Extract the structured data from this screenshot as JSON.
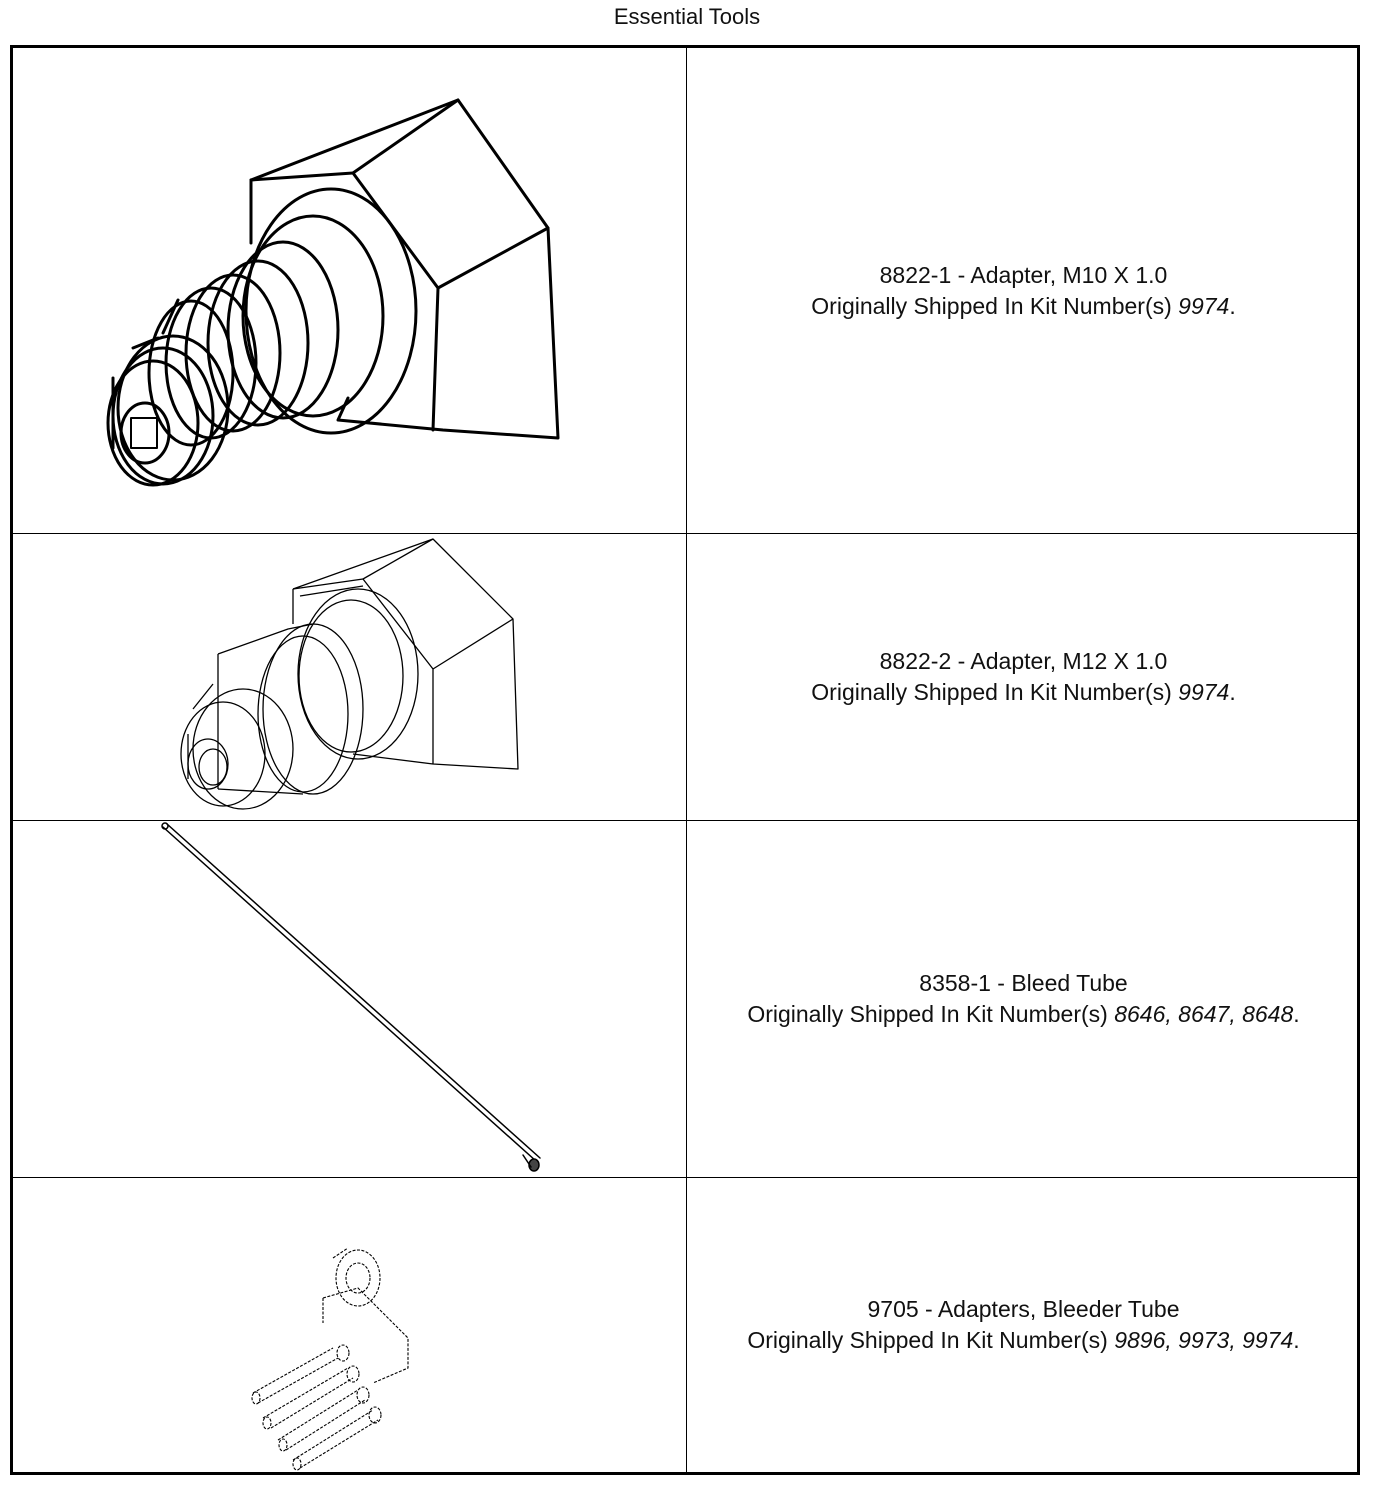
{
  "page": {
    "title": "Essential Tools"
  },
  "tools": [
    {
      "name": "8822-1 - Adapter, M10 X 1.0",
      "shipped_prefix": "Originally Shipped In Kit Number(s) ",
      "kit_numbers": "9974",
      "suffix": ".",
      "illustration": "adapter-m10-drawing"
    },
    {
      "name": "8822-2 - Adapter, M12 X 1.0",
      "shipped_prefix": "Originally Shipped In Kit Number(s) ",
      "kit_numbers": "9974",
      "suffix": ".",
      "illustration": "adapter-m12-drawing"
    },
    {
      "name": "8358-1 - Bleed Tube",
      "shipped_prefix": "Originally Shipped In Kit Number(s) ",
      "kit_numbers": "8646, 8647, 8648",
      "suffix": ".",
      "illustration": "bleed-tube-drawing"
    },
    {
      "name": "9705 - Adapters, Bleeder Tube",
      "shipped_prefix": "Originally Shipped In Kit Number(s) ",
      "kit_numbers": "9896, 9973, 9974",
      "suffix": ".",
      "illustration": "bleeder-tube-adapters-drawing"
    }
  ]
}
